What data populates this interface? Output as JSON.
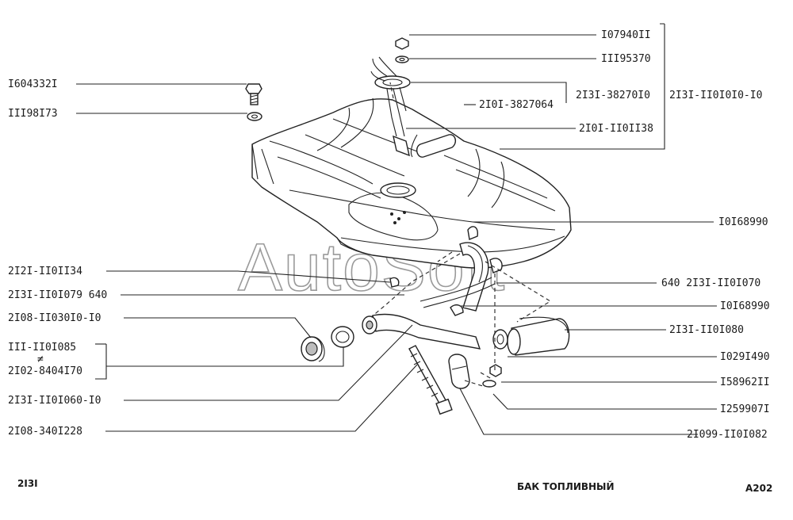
{
  "labels_left": [
    "I604332I",
    "III98I73",
    "2I2I-II0II34",
    "2I3I-II0I079 640",
    "2I08-II030I0-I0",
    "III-II0I085",
    "2I02-8404I70",
    "2I3I-II0I060-I0",
    "2I08-340I228"
  ],
  "labels_right": [
    "I07940II",
    "III95370",
    "2I3I-38270I0",
    "2I3I-II0I0I0-I0",
    "2I0I-3827064",
    "2I0I-II0II38",
    "I0I68990",
    "640 2I3I-II0I070",
    "I0I68990",
    "2I3I-II0I080",
    "I029I490",
    "I58962II",
    "I259907I",
    "2I099-II0I082"
  ],
  "alt_mark": "≠",
  "watermark": "AutoSoft",
  "footer": {
    "model": "2I3I",
    "title": "БАК ТОПЛИВНЫЙ",
    "code": "A202"
  }
}
